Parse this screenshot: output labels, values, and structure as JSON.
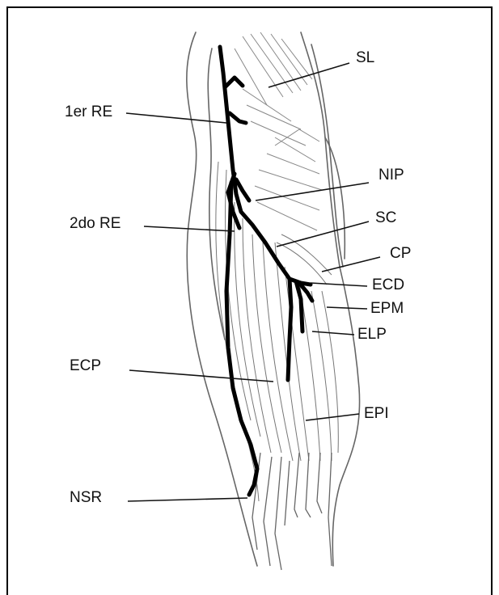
{
  "labels": {
    "sl": "SL",
    "re1": "1er RE",
    "nip": "NIP",
    "re2": "2do RE",
    "sc": "SC",
    "cp": "CP",
    "ecd": "ECD",
    "epm": "EPM",
    "elp": "ELP",
    "ecp": "ECP",
    "epi": "EPI",
    "nsr": "NSR"
  },
  "colors": {
    "nerve": "#000000",
    "muscle_line": "#555555",
    "leader": "#111111"
  }
}
